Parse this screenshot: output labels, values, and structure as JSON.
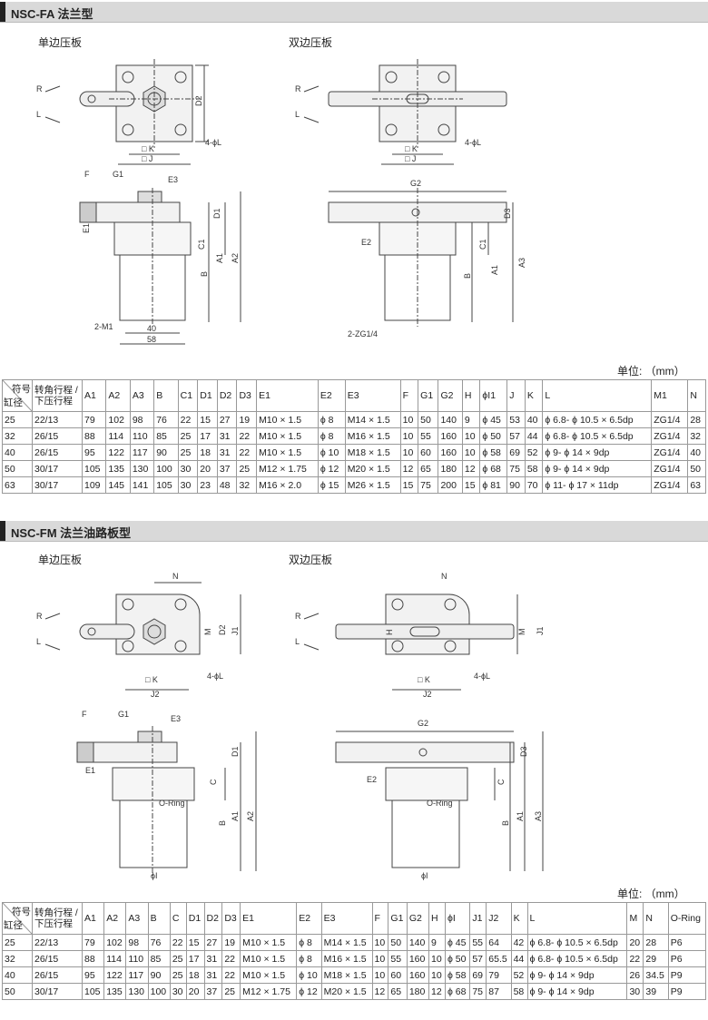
{
  "section1": {
    "title": "NSC-FA 法兰型",
    "single_label": "单边压板",
    "double_label": "双边压板",
    "unit_label": "单位: （mm）",
    "labels_single": {
      "R": "R",
      "L": "L",
      "D2": "D2",
      "K": "□ K",
      "J": "□ J",
      "holes": "4-ϕL",
      "F": "F",
      "G1": "G1",
      "E3": "E3",
      "D1": "D1",
      "E1": "E1",
      "C1": "C1",
      "B": "B",
      "A1": "A1",
      "A2": "A2",
      "M1": "2-M1",
      "w40": "40",
      "w58": "58"
    },
    "labels_double": {
      "R": "R",
      "L": "L",
      "K": "□ K",
      "J": "□ J",
      "holes": "4-ϕL",
      "G2": "G2",
      "D3": "D3",
      "E2": "E2",
      "C1": "C1",
      "B": "B",
      "A1": "A1",
      "A3": "A3",
      "ZG": "2-ZG1/4"
    },
    "table": {
      "h_sym": "符号",
      "h_bore": "缸径",
      "h_stroke": "转角行程 / 下压行程",
      "columns": [
        "A1",
        "A2",
        "A3",
        "B",
        "C1",
        "D1",
        "D2",
        "D3",
        "E1",
        "E2",
        "E3",
        "F",
        "G1",
        "G2",
        "H",
        "ϕI1",
        "J",
        "K",
        "L",
        "M1",
        "N"
      ],
      "rows": [
        [
          "25",
          "22/13",
          "79",
          "102",
          "98",
          "76",
          "22",
          "15",
          "27",
          "19",
          "M10 × 1.5",
          "ϕ 8",
          "M14 × 1.5",
          "10",
          "50",
          "140",
          "9",
          "ϕ 45",
          "53",
          "40",
          "ϕ 6.8- ϕ 10.5 × 6.5dp",
          "ZG1/4",
          "28"
        ],
        [
          "32",
          "26/15",
          "88",
          "114",
          "110",
          "85",
          "25",
          "17",
          "31",
          "22",
          "M10 × 1.5",
          "ϕ 8",
          "M16 × 1.5",
          "10",
          "55",
          "160",
          "10",
          "ϕ 50",
          "57",
          "44",
          "ϕ 6.8- ϕ 10.5 × 6.5dp",
          "ZG1/4",
          "32"
        ],
        [
          "40",
          "26/15",
          "95",
          "122",
          "117",
          "90",
          "25",
          "18",
          "31",
          "22",
          "M10 × 1.5",
          "ϕ 10",
          "M18 × 1.5",
          "10",
          "60",
          "160",
          "10",
          "ϕ 58",
          "69",
          "52",
          "ϕ 9- ϕ 14 × 9dp",
          "ZG1/4",
          "40"
        ],
        [
          "50",
          "30/17",
          "105",
          "135",
          "130",
          "100",
          "30",
          "20",
          "37",
          "25",
          "M12 × 1.75",
          "ϕ 12",
          "M20 × 1.5",
          "12",
          "65",
          "180",
          "12",
          "ϕ 68",
          "75",
          "58",
          "ϕ 9- ϕ 14 × 9dp",
          "ZG1/4",
          "50"
        ],
        [
          "63",
          "30/17",
          "109",
          "145",
          "141",
          "105",
          "30",
          "23",
          "48",
          "32",
          "M16 × 2.0",
          "ϕ 15",
          "M26 × 1.5",
          "15",
          "75",
          "200",
          "15",
          "ϕ 81",
          "90",
          "70",
          "ϕ 11- ϕ 17 × 11dp",
          "ZG1/4",
          "63"
        ]
      ]
    }
  },
  "section2": {
    "title": "NSC-FM 法兰油路板型",
    "single_label": "单边压板",
    "double_label": "双边压板",
    "unit_label": "单位: （mm）",
    "labels_single": {
      "R": "R",
      "L": "L",
      "N": "N",
      "M": "M",
      "D2": "D2",
      "J1": "J1",
      "K": "□ K",
      "J2": "J2",
      "holes": "4-ϕL",
      "F": "F",
      "G1": "G1",
      "E3": "E3",
      "D1": "D1",
      "E1": "E1",
      "C": "C",
      "ORing": "O-Ring",
      "B": "B",
      "A1": "A1",
      "A2": "A2",
      "I": "ϕI"
    },
    "labels_double": {
      "R": "R",
      "L": "L",
      "N": "N",
      "H": "H",
      "M": "M",
      "J1": "J1",
      "K": "□ K",
      "J2": "J2",
      "holes": "4-ϕL",
      "G2": "G2",
      "D3": "D3",
      "E2": "E2",
      "C": "C",
      "ORing": "O-Ring",
      "B": "B",
      "A1": "A1",
      "A3": "A3",
      "I": "ϕI"
    },
    "table": {
      "h_sym": "符号",
      "h_bore": "缸径",
      "h_stroke": "转角行程 / 下压行程",
      "columns": [
        "A1",
        "A2",
        "A3",
        "B",
        "C",
        "D1",
        "D2",
        "D3",
        "E1",
        "E2",
        "E3",
        "F",
        "G1",
        "G2",
        "H",
        "ϕI",
        "J1",
        "J2",
        "K",
        "L",
        "M",
        "N",
        "O-Ring"
      ],
      "rows": [
        [
          "25",
          "22/13",
          "79",
          "102",
          "98",
          "76",
          "22",
          "15",
          "27",
          "19",
          "M10 × 1.5",
          "ϕ 8",
          "M14 × 1.5",
          "10",
          "50",
          "140",
          "9",
          "ϕ 45",
          "55",
          "64",
          "42",
          "ϕ 6.8- ϕ 10.5 × 6.5dp",
          "20",
          "28",
          "P6"
        ],
        [
          "32",
          "26/15",
          "88",
          "114",
          "110",
          "85",
          "25",
          "17",
          "31",
          "22",
          "M10 × 1.5",
          "ϕ 8",
          "M16 × 1.5",
          "10",
          "55",
          "160",
          "10",
          "ϕ 50",
          "57",
          "65.5",
          "44",
          "ϕ 6.8- ϕ 10.5 × 6.5dp",
          "22",
          "29",
          "P6"
        ],
        [
          "40",
          "26/15",
          "95",
          "122",
          "117",
          "90",
          "25",
          "18",
          "31",
          "22",
          "M10 × 1.5",
          "ϕ 10",
          "M18 × 1.5",
          "10",
          "60",
          "160",
          "10",
          "ϕ 58",
          "69",
          "79",
          "52",
          "ϕ 9- ϕ 14 × 9dp",
          "26",
          "34.5",
          "P9"
        ],
        [
          "50",
          "30/17",
          "105",
          "135",
          "130",
          "100",
          "30",
          "20",
          "37",
          "25",
          "M12 × 1.75",
          "ϕ 12",
          "M20 × 1.5",
          "12",
          "65",
          "180",
          "12",
          "ϕ 68",
          "75",
          "87",
          "58",
          "ϕ 9- ϕ 14 × 9dp",
          "30",
          "39",
          "P9"
        ]
      ]
    }
  }
}
